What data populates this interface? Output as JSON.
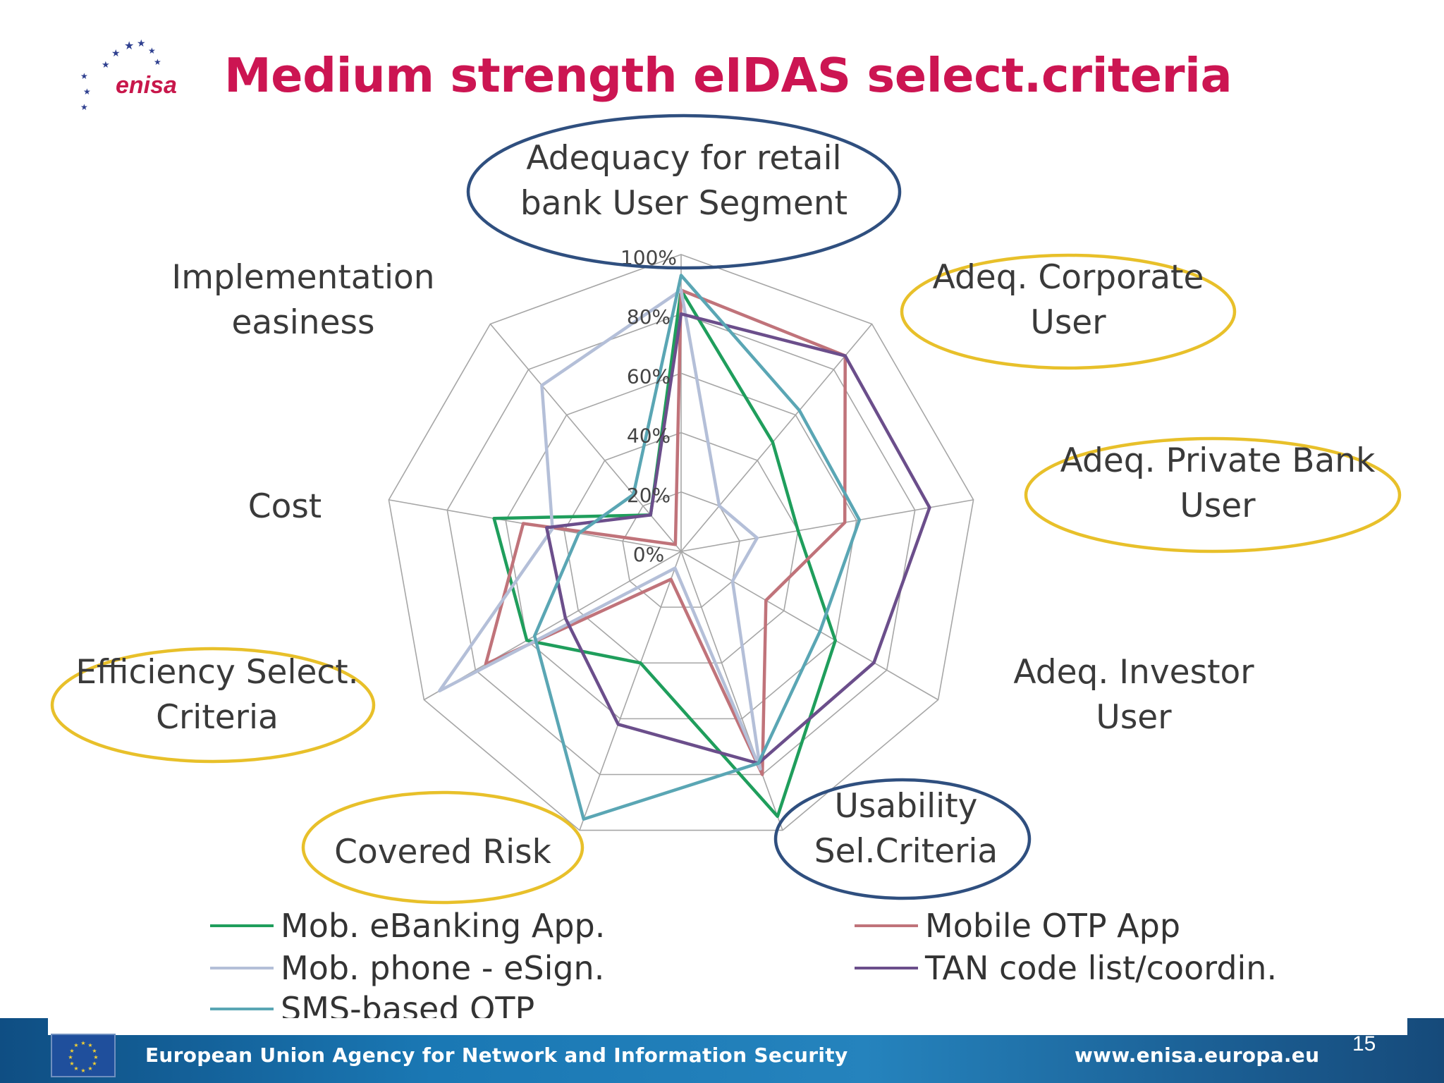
{
  "header": {
    "logo_text": "enisa",
    "title": "Medium strength eIDAS select.criteria"
  },
  "footer": {
    "agency": "European Union Agency for Network and Information Security",
    "url": "www.enisa.europa.eu",
    "page": "15"
  },
  "colors": {
    "title": "#cc1552",
    "highlight_blue": "#2f4f7f",
    "highlight_yellow": "#e8c02a",
    "grid": "#a6a6a6"
  },
  "chart_data": {
    "type": "radar",
    "title": "",
    "axes": [
      {
        "label": [
          "Adequacy for retail",
          "bank User Segment"
        ],
        "highlight": "blue"
      },
      {
        "label": [
          "Adeq. Corporate",
          "User"
        ],
        "highlight": "yellow"
      },
      {
        "label": [
          "Adeq. Private Bank",
          "User"
        ],
        "highlight": "yellow"
      },
      {
        "label": [
          "Adeq. Investor",
          "User"
        ],
        "highlight": "none"
      },
      {
        "label": [
          "Usability",
          "Sel.Criteria"
        ],
        "highlight": "blue"
      },
      {
        "label": [
          "Covered Risk"
        ],
        "highlight": "yellow"
      },
      {
        "label": [
          "Efficiency Select.",
          "Criteria"
        ],
        "highlight": "yellow"
      },
      {
        "label": [
          "Cost"
        ],
        "highlight": "none"
      },
      {
        "label": [
          "Implementation",
          "easiness"
        ],
        "highlight": "none"
      }
    ],
    "tick_labels": [
      "0%",
      "20%",
      "40%",
      "60%",
      "80%",
      "100%"
    ],
    "range": [
      0,
      100
    ],
    "grid": true,
    "legend_position": "bottom",
    "series": [
      {
        "name": "Mob. eBanking App.",
        "color": "#1f9e5c",
        "values": [
          88,
          48,
          40,
          60,
          95,
          40,
          60,
          64,
          16
        ]
      },
      {
        "name": "Mobile OTP App",
        "color": "#c0737a",
        "values": [
          88,
          86,
          56,
          33,
          80,
          10,
          76,
          54,
          3
        ]
      },
      {
        "name": "Mob. phone - eSign.",
        "color": "#b4bfd8",
        "values": [
          88,
          20,
          26,
          20,
          78,
          6,
          94,
          44,
          73
        ]
      },
      {
        "name": "TAN code list/coordin.",
        "color": "#6b4e8b",
        "values": [
          80,
          86,
          85,
          75,
          76,
          62,
          45,
          46,
          16
        ]
      },
      {
        "name": "SMS-based OTP",
        "color": "#5aa6b4",
        "values": [
          93,
          62,
          61,
          54,
          76,
          96,
          57,
          35,
          25
        ]
      }
    ]
  }
}
